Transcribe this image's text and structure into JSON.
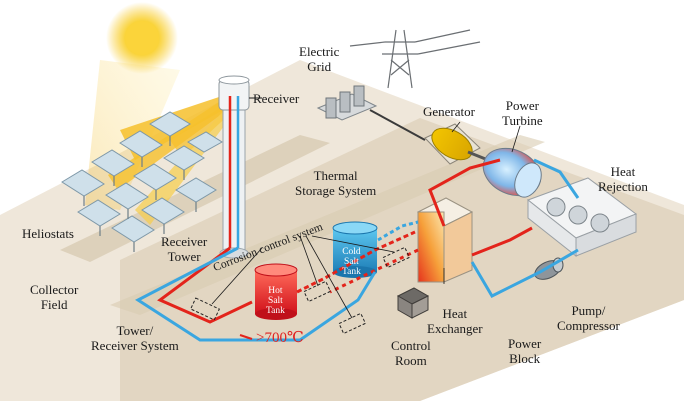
{
  "labels": {
    "electric_grid": [
      "Electric",
      "Grid"
    ],
    "receiver": "Receiver",
    "generator": "Generator",
    "power_turbine": [
      "Power",
      "Turbine"
    ],
    "thermal_storage": [
      "Thermal",
      "Storage System"
    ],
    "heat_rejection": [
      "Heat",
      "Rejection"
    ],
    "heliostats": "Heliostats",
    "receiver_tower": [
      "Receiver",
      "Tower"
    ],
    "corrosion_control": "Corrosion control system",
    "cold_salt_tank": [
      "Cold",
      "Salt",
      "Tank"
    ],
    "hot_salt_tank": [
      "Hot",
      "Salt",
      "Tank"
    ],
    "collector_field": [
      "Collector",
      "Field"
    ],
    "tower_receiver_system": [
      "Tower/",
      "Receiver System"
    ],
    "temperature": ">700℃",
    "heat_exchanger": [
      "Heat",
      "Exchanger"
    ],
    "control_room": [
      "Control",
      "Room"
    ],
    "pump_compressor": [
      "Pump/",
      "Compressor"
    ],
    "power_block": [
      "Power",
      "Block"
    ]
  },
  "colors": {
    "hot_loop": "#e3241b",
    "cold_loop": "#3aa6e0",
    "sun": "#f7c51c",
    "ground": "#d9cbb4",
    "corrosion_lines": "#27b42a"
  },
  "icons": [
    "sun-icon",
    "transmission-tower-icon",
    "transformer-icon",
    "generator-icon",
    "turbine-icon",
    "heliostat-icon",
    "heat-exchanger-icon",
    "pump-icon",
    "cooling-unit-icon"
  ]
}
